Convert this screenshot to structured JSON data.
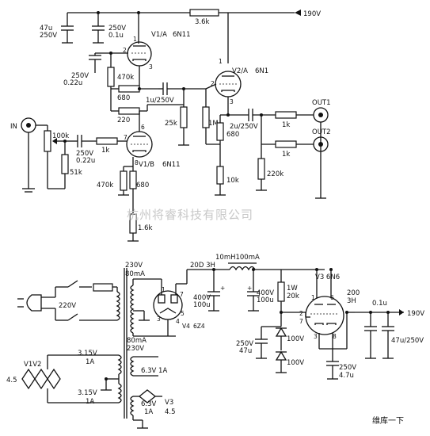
{
  "supply": {
    "voltage": "190V"
  },
  "amp": {
    "input_label": "IN",
    "outputs": [
      "OUT1",
      "OUT2"
    ],
    "tubes": [
      {
        "id": "V1/A",
        "type": "6N11",
        "pins": [
          "1",
          "2",
          "3"
        ]
      },
      {
        "id": "V2/A",
        "type": "6N1"
      },
      {
        "id": "V1/B",
        "type": "6N11",
        "pins": [
          "6",
          "7",
          "8"
        ]
      }
    ],
    "capacitors": {
      "c_filter1": [
        "47u",
        "250V"
      ],
      "c_filter2": [
        "250V",
        "0.1u"
      ],
      "c_fb": [
        "250V",
        "0.22u"
      ],
      "c_couple": "1u/250V",
      "c_out": "2u/250V",
      "c_in": [
        "250V",
        "0.22u"
      ]
    },
    "resistors": {
      "r_3k6": "3.6k",
      "r_470k_top": "470k",
      "r_680_top": "680",
      "r_220": "220",
      "r_25k": "25k",
      "r_1m": "1M",
      "r_680_mid": "680",
      "r_10k": "10k",
      "r_1k_out1": "1k",
      "r_1k_out2": "1k",
      "r_220k": "220k",
      "r_100k": "100k",
      "r_51k": "51k",
      "r_1k_in": "1k",
      "r_470k_bot": "470k",
      "r_680_bot": "680",
      "r_1k6": "1.6k"
    }
  },
  "psu": {
    "mains": "220V",
    "transformer": {
      "hv_top": "230V",
      "hv_current": "80mA",
      "hv_current2": "80mA",
      "hv_bottom": "230V",
      "fil1_v": "3.15V",
      "fil1_a": "1A",
      "fil2_v": "3.15V",
      "fil2_a": "1A",
      "fil3": "6.3V 1A",
      "fil4_v": "6.3V",
      "fil4_a": "1A",
      "heater_out": "4.5",
      "heater_tubes": "V1V2",
      "v3_label": "V3",
      "v3_voltage": "4.5"
    },
    "rectifier": {
      "id": "V4",
      "type": "6Z4",
      "pins": [
        "1",
        "7",
        "3",
        "5",
        "4"
      ]
    },
    "choke1": "20D 3H",
    "choke2": "10mH100mA",
    "caps": {
      "c1": [
        "400V",
        "100u"
      ],
      "c2": [
        "400V",
        "100u"
      ],
      "c_bottom": [
        "250V",
        "47u"
      ],
      "c_cath": [
        "250V",
        "4.7u"
      ],
      "c_out1": "0.1u",
      "c_out2": "47u/250V"
    },
    "r_1w": [
      "1W",
      "20k"
    ],
    "zeners": [
      "100V",
      "100V"
    ],
    "regulator": {
      "label": "V3 6N6",
      "pins": [
        "1",
        "6",
        "2",
        "7",
        "3",
        "8"
      ]
    },
    "choke_out": [
      "200",
      "3H"
    ],
    "out_voltage": "190V"
  },
  "watermark": "杭州将睿科技有限公司",
  "logo_text": "维库一下"
}
